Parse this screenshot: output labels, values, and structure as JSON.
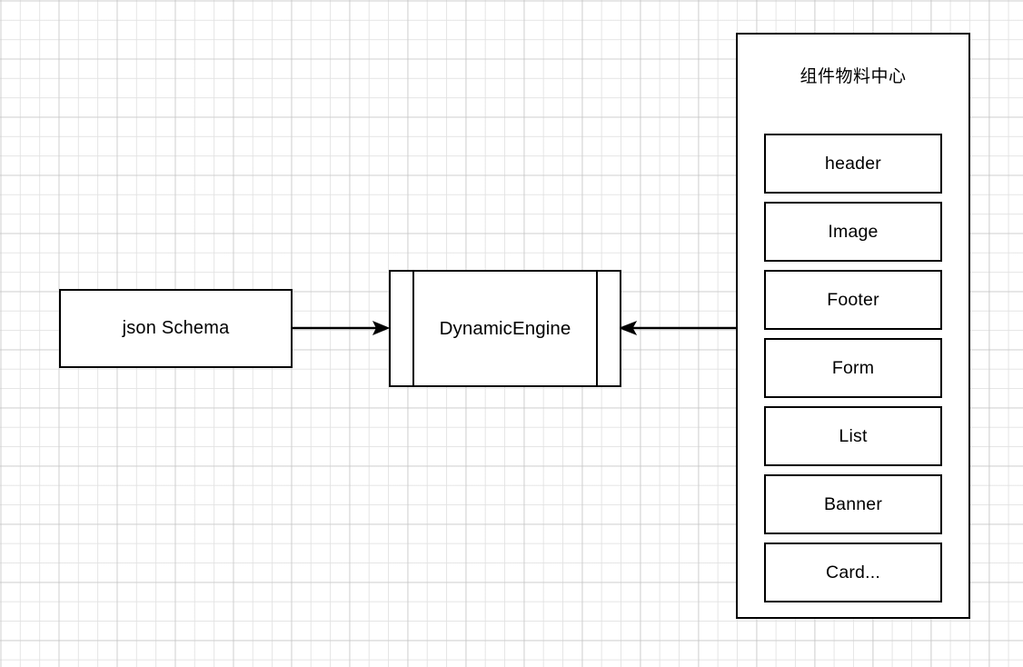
{
  "diagram": {
    "title": "DynamicEngine architecture diagram",
    "background": "#ffffff",
    "grid_color": "#e2e2e2",
    "grid_major_color": "#bebebe",
    "stroke_color": "#000000",
    "fill_color": "#ffffff"
  },
  "nodes": {
    "json_schema": {
      "label": "json Schema",
      "shape": "rectangle"
    },
    "dynamic_engine": {
      "label": "DynamicEngine",
      "shape": "process"
    }
  },
  "panel": {
    "title": "组件物料中心",
    "shape": "rectangle",
    "components": [
      {
        "label": "header"
      },
      {
        "label": "Image"
      },
      {
        "label": "Footer"
      },
      {
        "label": "Form"
      },
      {
        "label": "List"
      },
      {
        "label": "Banner"
      },
      {
        "label": "Card..."
      }
    ]
  },
  "edges": [
    {
      "name": "json-schema-to-dynamic-engine",
      "from": "json Schema",
      "to": "DynamicEngine",
      "direction": "right",
      "arrowhead": "filled-triangle",
      "label": ""
    },
    {
      "name": "material-center-to-dynamic-engine",
      "from": "组件物料中心",
      "to": "DynamicEngine",
      "direction": "left",
      "arrowhead": "filled-triangle",
      "label": ""
    }
  ]
}
